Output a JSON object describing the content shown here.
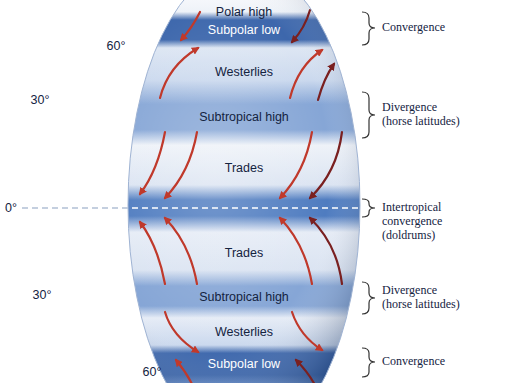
{
  "diagram": {
    "labels": [
      "Polar high",
      "60°",
      "Subpolar low",
      "Convergence",
      "Westerlies",
      "30°",
      "Subtropical high",
      "Divergence (horse latitudes)",
      "Trades",
      "0°",
      "Intertropical convergence (doldrums)",
      "Trades",
      "30°",
      "Subtropical high",
      "Divergence (horse latitudes)",
      "Westerlies",
      "Subpolar low",
      "Convergence",
      "60°"
    ]
  }
}
